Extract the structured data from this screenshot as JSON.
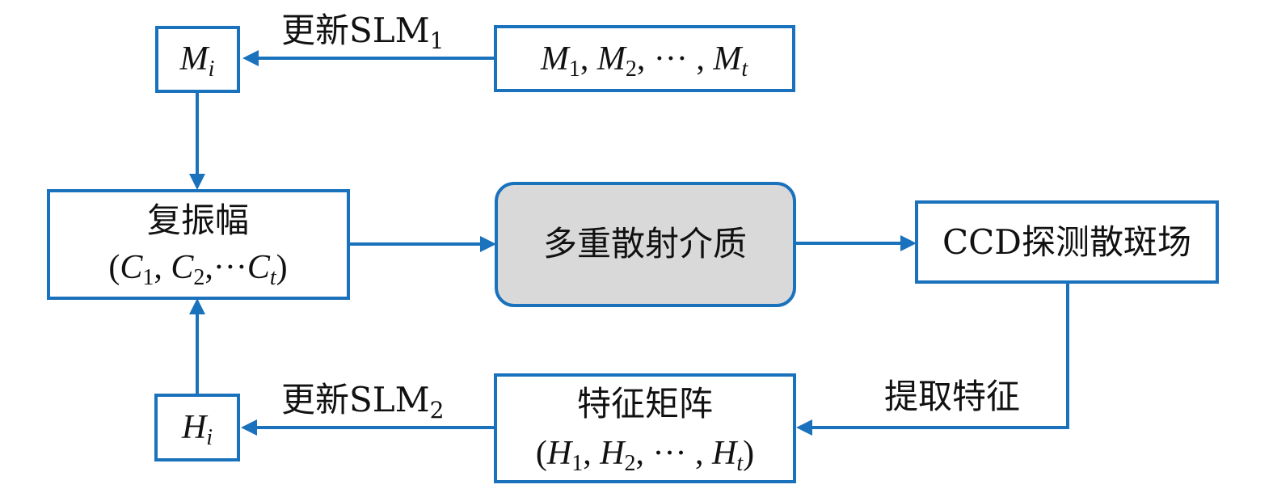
{
  "colors": {
    "stroke": "#1a72bd",
    "center_fill": "#d9d9d9",
    "text": "#111111"
  },
  "nodes": {
    "mi": {
      "var": "M",
      "sub": "i"
    },
    "m_list": {
      "v1": "M",
      "s1": "1",
      "sep1": ", ",
      "v2": "M",
      "s2": "2",
      "sep2": ", ··· , ",
      "v3": "M",
      "s3": "t"
    },
    "complex_amp": {
      "title": "复振幅",
      "open": "(",
      "v1": "C",
      "s1": "1",
      "sep1": ", ",
      "v2": "C",
      "s2": "2",
      "sep2": ",···",
      "v3": "C",
      "s3": "t",
      "close": ")"
    },
    "medium": {
      "title": "多重散射介质"
    },
    "ccd": {
      "title": "CCD探测散斑场"
    },
    "feature": {
      "title": "特征矩阵",
      "open": "(",
      "v1": "H",
      "s1": "1",
      "sep1": ", ",
      "v2": "H",
      "s2": "2",
      "sep2": ", ··· , ",
      "v3": "H",
      "s3": "t",
      "close": ")"
    },
    "hi": {
      "var": "H",
      "sub": "i"
    }
  },
  "edge_labels": {
    "update_slm1": {
      "text": "更新SLM",
      "sub": "1"
    },
    "update_slm2": {
      "text": "更新SLM",
      "sub": "2"
    },
    "extract": "提取特征"
  }
}
